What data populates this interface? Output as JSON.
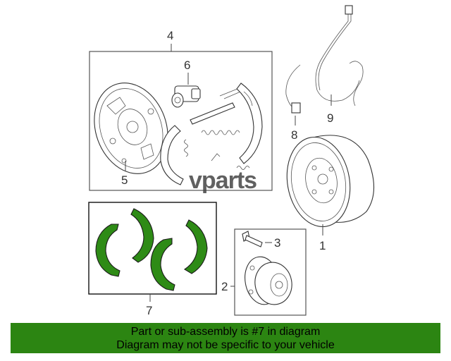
{
  "callouts": {
    "c1": "1",
    "c2": "2",
    "c3": "3",
    "c4": "4",
    "c5": "5",
    "c6": "6",
    "c7": "7",
    "c8": "8",
    "c9": "9"
  },
  "watermark": "vparts",
  "banner": {
    "line1": "Part or sub-assembly is #7 in diagram",
    "line2": "Diagram may not be specific to your vehicle"
  },
  "colors": {
    "highlight": "#2e8b16",
    "banner_bg": "#2c8512"
  }
}
